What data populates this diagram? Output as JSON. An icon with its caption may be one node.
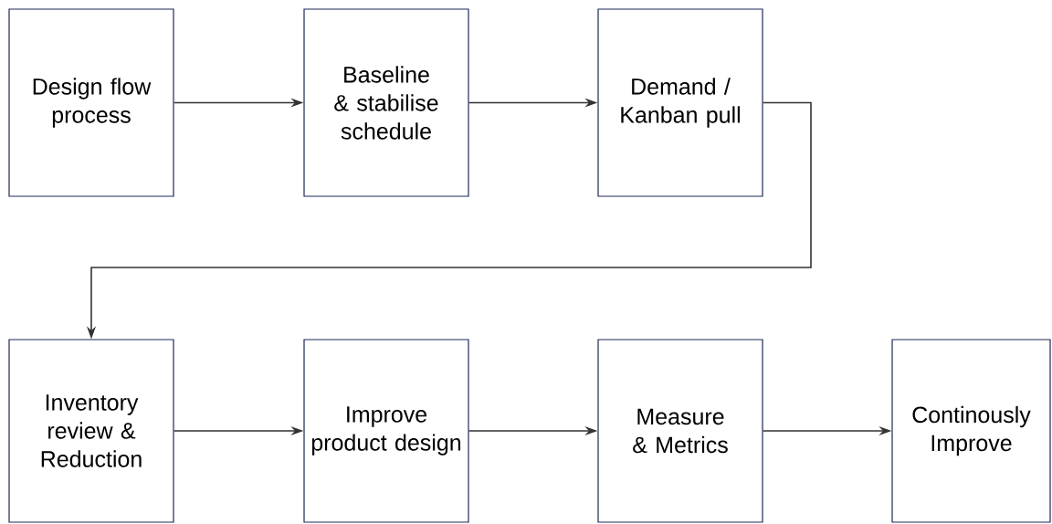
{
  "diagram": {
    "nodes": [
      {
        "text": [
          "Design flow process"
        ]
      },
      {
        "text": [
          "Baseline & stabilise schedule"
        ]
      },
      {
        "text": [
          "Demand / Kanban pull"
        ]
      },
      {
        "text": [
          "Inventory review & Reduction"
        ]
      },
      {
        "text": [
          "Improve product design"
        ]
      },
      {
        "text": [
          "Measure & Metrics"
        ]
      },
      {
        "text": [
          "Continously Improve"
        ]
      }
    ],
    "edges": [
      {
        "from": 0,
        "to": 1,
        "arrow": "to"
      },
      {
        "from": 1,
        "to": 2,
        "arrow": "to"
      },
      {
        "from": 2,
        "to": 3,
        "arrow": "to"
      },
      {
        "from": 3,
        "to": 4,
        "arrow": "to"
      },
      {
        "from": 4,
        "to": 5,
        "arrow": "to"
      },
      {
        "from": 5,
        "to": 6,
        "arrow": "to"
      }
    ]
  }
}
